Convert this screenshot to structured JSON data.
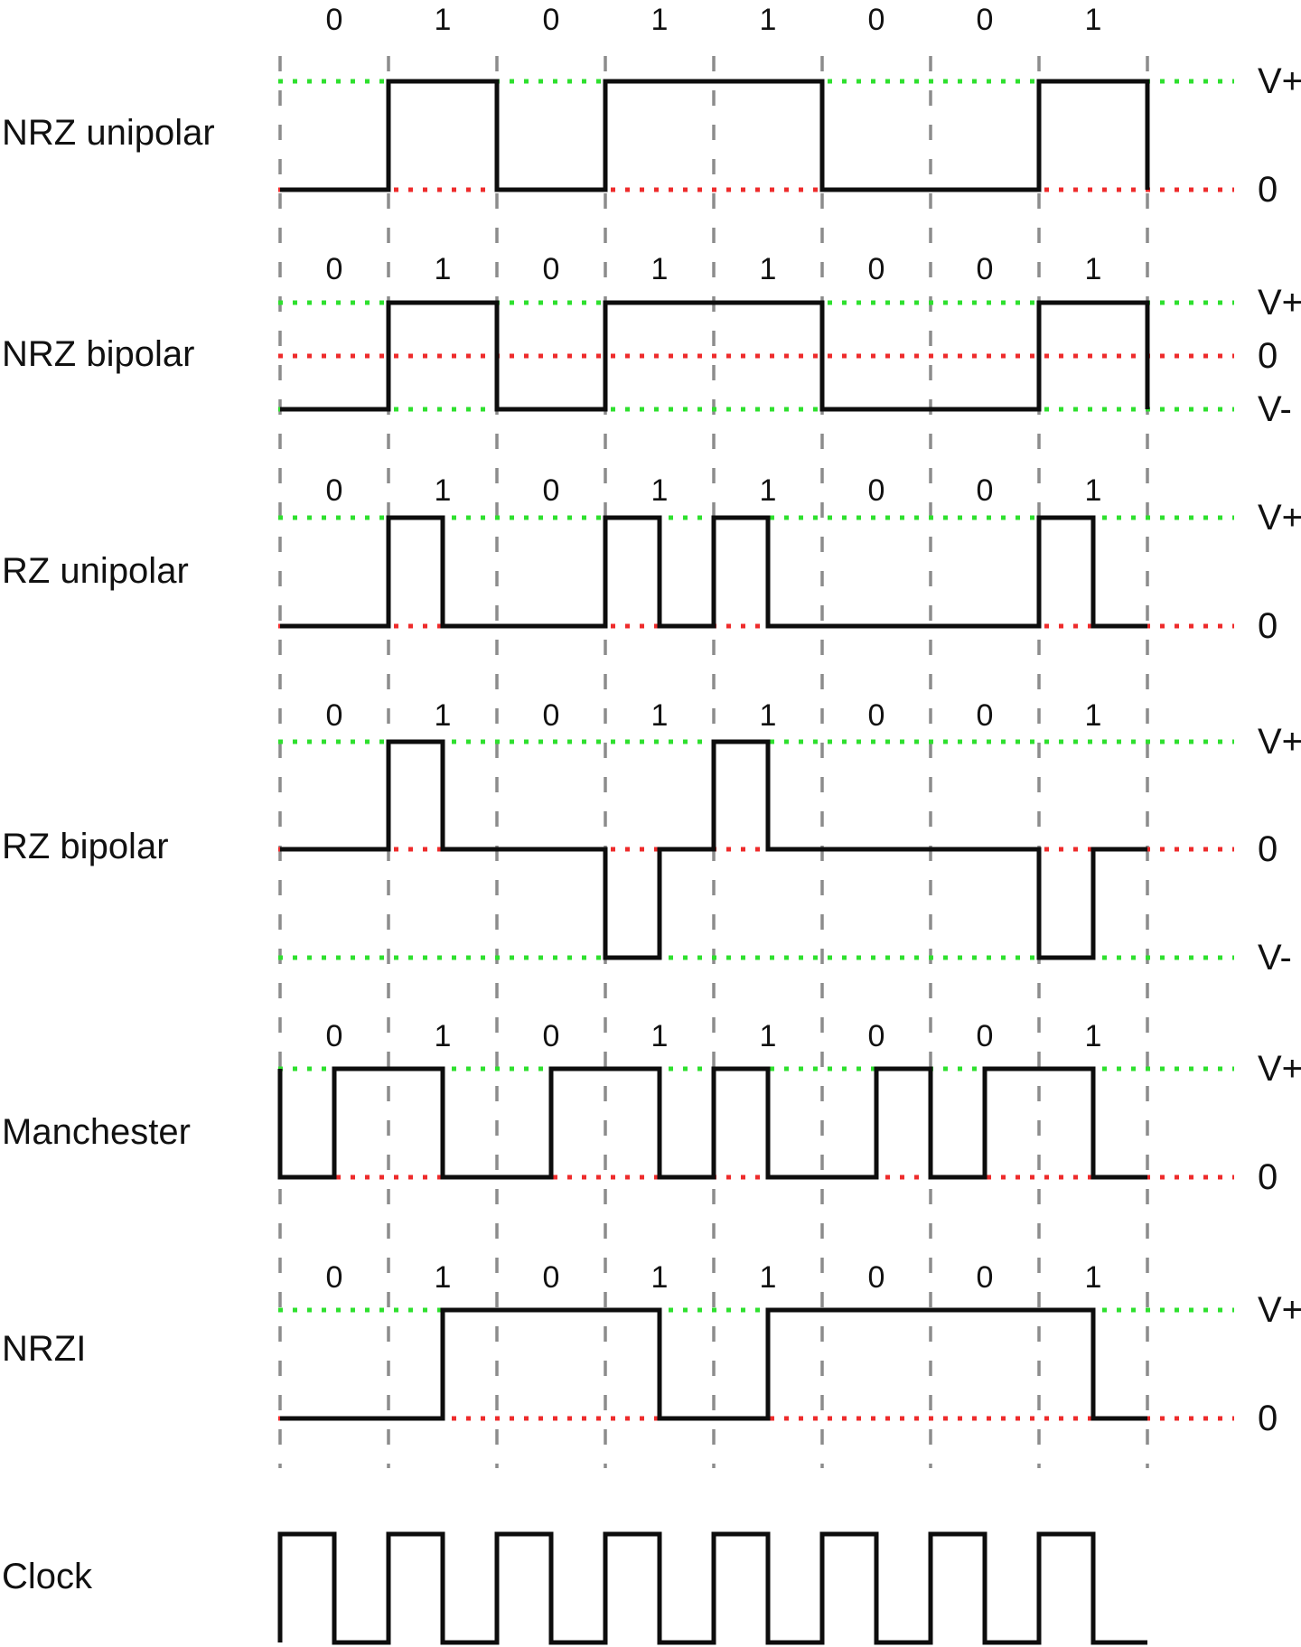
{
  "bits": [
    "0",
    "1",
    "0",
    "1",
    "1",
    "0",
    "0",
    "1"
  ],
  "colors": {
    "waveform": "#0d0d0d",
    "grid_dash": "#8c8c8c",
    "v_guide_green": "#2ee02e",
    "zero_guide_red": "#ee2b2b",
    "text": "#111111",
    "background": "#ffffff"
  },
  "sections": [
    {
      "id": "nrz-unipolar",
      "label": "NRZ unipolar",
      "levels": [
        "V+",
        "0"
      ],
      "halfbit_levels": [
        0,
        0,
        1,
        1,
        0,
        0,
        1,
        1,
        1,
        1,
        0,
        0,
        0,
        0,
        1,
        1
      ],
      "end_level": 0
    },
    {
      "id": "nrz-bipolar",
      "label": "NRZ bipolar",
      "levels": [
        "V+",
        "0",
        "V-"
      ],
      "halfbit_levels": [
        -1,
        -1,
        1,
        1,
        -1,
        -1,
        1,
        1,
        1,
        1,
        -1,
        -1,
        -1,
        -1,
        1,
        1
      ],
      "end_level": -1
    },
    {
      "id": "rz-unipolar",
      "label": "RZ unipolar",
      "levels": [
        "V+",
        "0"
      ],
      "halfbit_levels": [
        0,
        0,
        1,
        0,
        0,
        0,
        1,
        0,
        1,
        0,
        0,
        0,
        0,
        0,
        1,
        0
      ]
    },
    {
      "id": "rz-bipolar",
      "label": "RZ bipolar",
      "levels": [
        "V+",
        "0",
        "V-"
      ],
      "halfbit_levels": [
        0,
        0,
        1,
        0,
        0,
        0,
        -1,
        0,
        1,
        0,
        0,
        0,
        0,
        0,
        -1,
        0
      ]
    },
    {
      "id": "manchester",
      "label": "Manchester",
      "levels": [
        "V+",
        "0"
      ],
      "halfbit_levels": [
        0,
        1,
        1,
        0,
        0,
        1,
        1,
        0,
        1,
        0,
        0,
        1,
        0,
        1,
        1,
        0
      ],
      "start_level": 1
    },
    {
      "id": "nrzi",
      "label": "NRZI",
      "levels": [
        "V+",
        "0"
      ],
      "halfbit_levels": [
        0,
        0,
        0,
        1,
        1,
        1,
        1,
        0,
        0,
        1,
        1,
        1,
        1,
        1,
        1,
        0
      ]
    }
  ],
  "clock": {
    "label": "Clock",
    "halfbit_levels": [
      1,
      0,
      1,
      0,
      1,
      0,
      1,
      0,
      1,
      0,
      1,
      0,
      1,
      0,
      1,
      0
    ],
    "start_level": 0
  }
}
